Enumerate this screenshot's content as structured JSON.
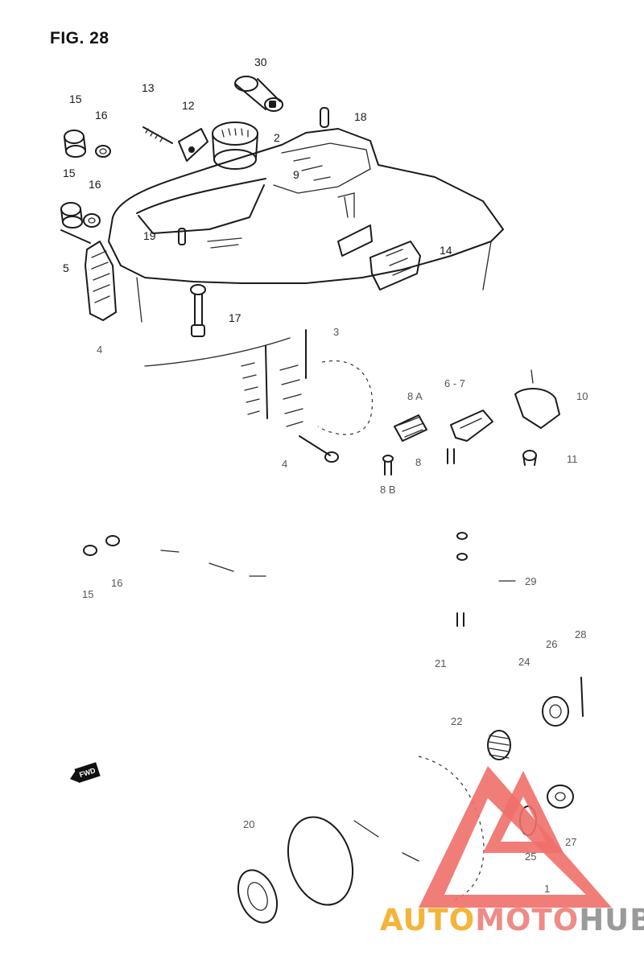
{
  "figure": {
    "title": "FIG. 28",
    "labels": {
      "p30": "30",
      "p13": "13",
      "p12": "12",
      "p15a": "15",
      "p16a": "16",
      "p18": "18",
      "p2": "2",
      "p9": "9",
      "p15b": "15",
      "p16b": "16",
      "p19": "19",
      "p5": "5",
      "p14": "14",
      "p17": "17",
      "p4a": "4",
      "p3": "3",
      "p6_7": "6 - 7",
      "p10": "10",
      "p8A": "8 A",
      "p4b": "4",
      "p8": "8",
      "p11": "11",
      "p8B": "8 B",
      "p16c": "16",
      "p15c": "15",
      "p29": "29",
      "p26": "26",
      "p28": "28",
      "p21": "21",
      "p24": "24",
      "p22": "22",
      "p20": "20",
      "p27": "27",
      "p25": "25",
      "p1": "1"
    },
    "fwd_badge": "FWD"
  },
  "watermark": {
    "brand_part1": "AUTO",
    "brand_part2": "MOTO",
    "brand_part3": "HUB",
    "colors": {
      "auto": "#f4b43a",
      "moto": "#ef8b86",
      "hub": "#9a9a9a",
      "logo": "#ef6f6a"
    }
  }
}
